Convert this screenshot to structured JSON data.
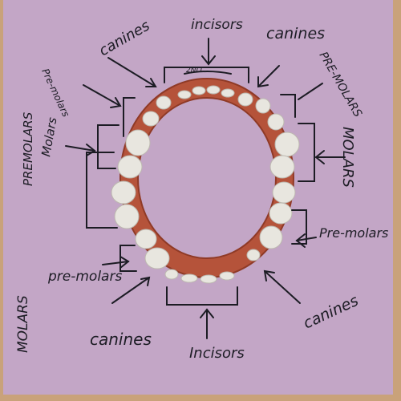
{
  "colors": {
    "table": "#c9a27a",
    "paper": "#c3a6c6",
    "ink": "#1c1c24",
    "clay": "#b5533a",
    "clay_dark": "#8f3a26",
    "teeth": "#e8e6df"
  },
  "labels": {
    "incisors_top": "incisors",
    "canines_top_left": "canines",
    "canines_top_right": "canines",
    "pre_molars_top_left": "Pre-molars",
    "premolars_top_right": "PRE-MOLARS",
    "molars_left": "Molars",
    "premolars_left": "PREMOLARS",
    "molars_right": "MOLARS",
    "pre_molars_right": "Pre-molars",
    "molars_bottom_left": "MOLARS",
    "pre_molars_bottom_left": "pre-molars",
    "canines_bottom_left": "canines",
    "canines_bottom_right": "canines",
    "incisors_bottom": "Incisors",
    "scribble_top": "2NLI"
  }
}
